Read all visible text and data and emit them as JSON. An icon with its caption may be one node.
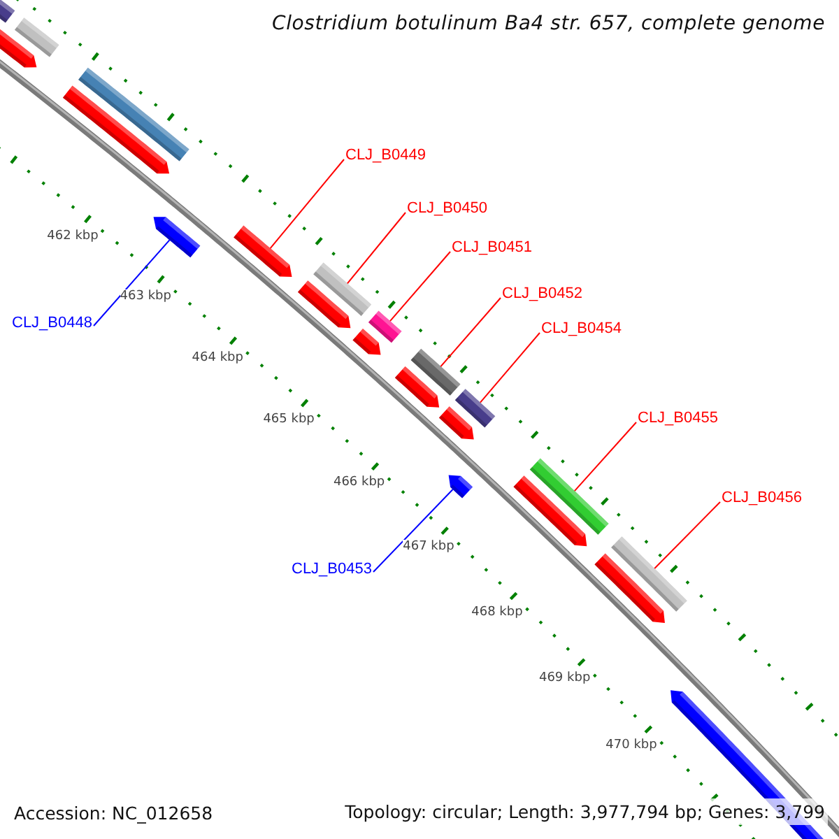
{
  "diagram": {
    "title": "Clostridium botulinum Ba4 str. 657, complete genome",
    "nodes": [
      {
        "text": [
          "CLJ_B0449"
        ]
      },
      {
        "text": [
          "CLJ_B0450"
        ]
      },
      {
        "text": [
          "CLJ_B0451"
        ]
      },
      {
        "text": [
          "CLJ_B0452"
        ]
      },
      {
        "text": [
          "CLJ_B0448"
        ]
      },
      {
        "text": [
          "CLJ_B0454"
        ]
      },
      {
        "text": [
          "CLJ_B0455"
        ]
      },
      {
        "text": [
          "CLJ_B0456"
        ]
      },
      {
        "text": [
          "CLJ_B0453"
        ]
      },
      {
        "text": [],
        "shape": "bar"
      },
      {
        "text": [],
        "shape": "bar"
      },
      {
        "text": [],
        "shape": "bar"
      },
      {
        "text": [],
        "shape": "bar"
      },
      {
        "text": [],
        "shape": "bar"
      },
      {
        "text": [],
        "shape": "bar"
      },
      {
        "text": [],
        "shape": "bar"
      },
      {
        "text": [],
        "shape": "bar"
      },
      {
        "text": [],
        "shape": "bar"
      }
    ],
    "edges": [
      {
        "from": 0,
        "to": 10,
        "arrow": "none"
      },
      {
        "from": 1,
        "to": 11,
        "arrow": "none"
      },
      {
        "from": 2,
        "to": 12,
        "arrow": "none"
      },
      {
        "from": 3,
        "to": 13,
        "arrow": "none"
      },
      {
        "from": 4,
        "to": 9,
        "arrow": "none",
        "color": "#0000ff"
      },
      {
        "from": 5,
        "to": 14,
        "arrow": "none"
      },
      {
        "from": 6,
        "to": 16,
        "arrow": "none"
      },
      {
        "from": 7,
        "to": 17,
        "arrow": "none"
      },
      {
        "from": 8,
        "to": 15,
        "arrow": "none",
        "color": "#0000ff"
      }
    ],
    "labels": [
      "462 kbp",
      "463 kbp",
      "464 kbp",
      "465 kbp",
      "466 kbp",
      "467 kbp",
      "468 kbp",
      "469 kbp",
      "470 kbp",
      "Accession: NC_012658",
      "Topology: circular; Length: 3,977,794 bp; Genes: 3,799"
    ]
  }
}
